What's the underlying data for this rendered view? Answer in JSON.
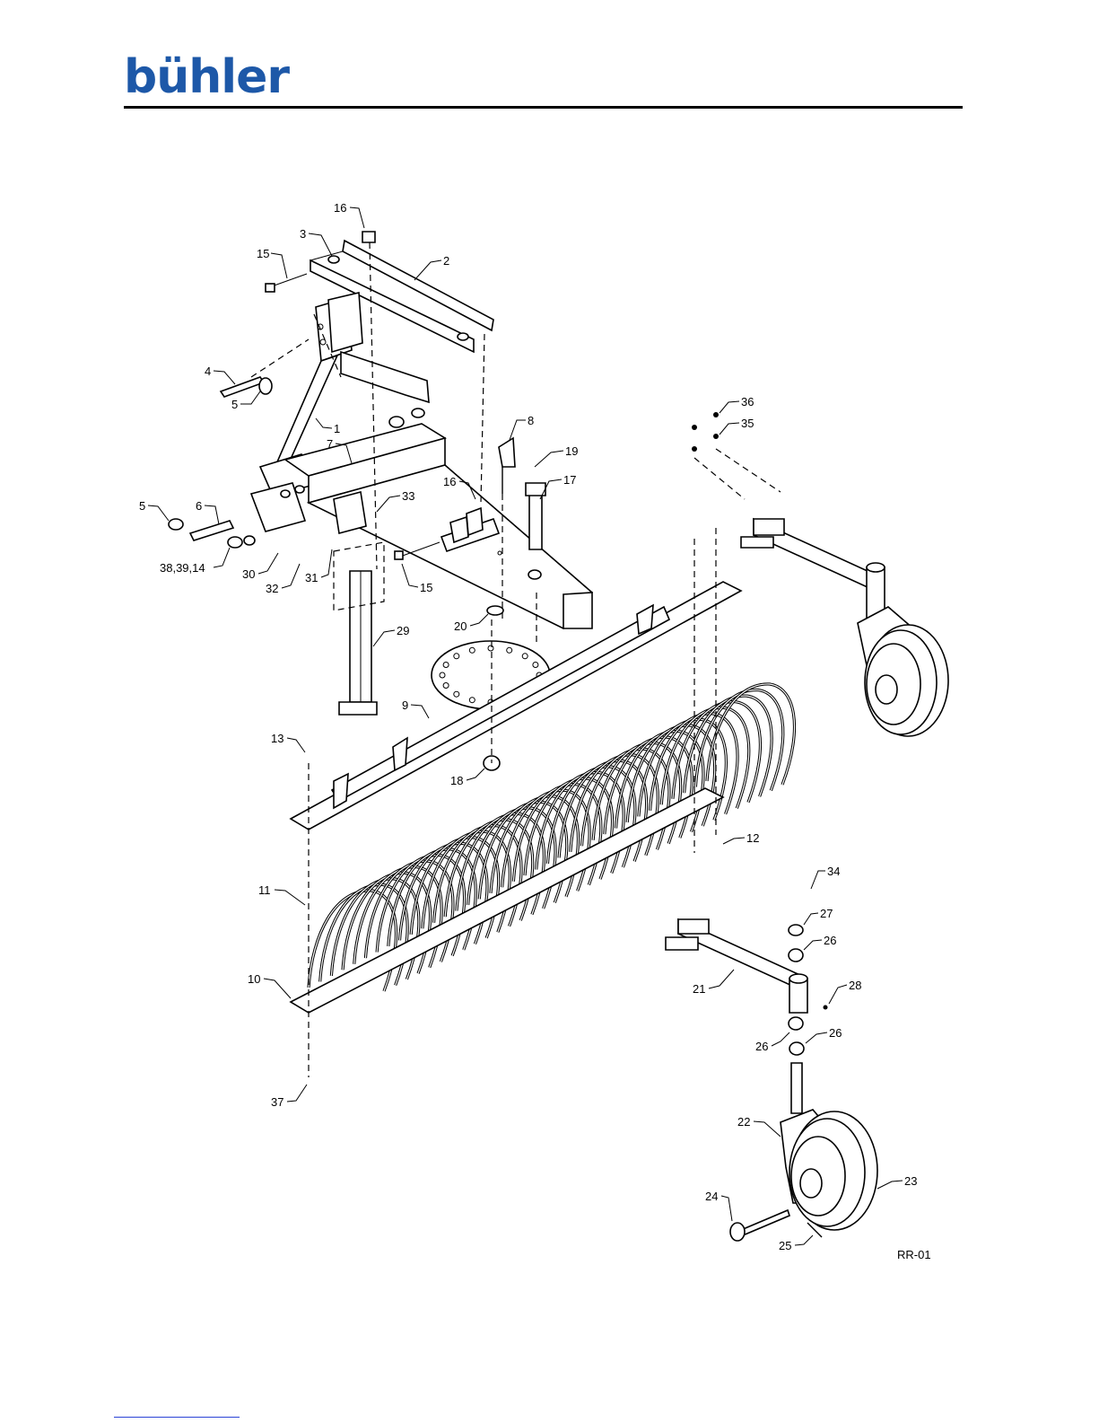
{
  "brand": {
    "logo_text": "bühler",
    "logo_color": "#1d58a8",
    "rule_color": "#000000"
  },
  "diagram": {
    "code": "RR-01",
    "callouts": [
      {
        "id": "c16a",
        "label": "16"
      },
      {
        "id": "c3",
        "label": "3"
      },
      {
        "id": "c2",
        "label": "2"
      },
      {
        "id": "c15a",
        "label": "15"
      },
      {
        "id": "c4",
        "label": "4"
      },
      {
        "id": "c5a",
        "label": "5"
      },
      {
        "id": "c1",
        "label": "1"
      },
      {
        "id": "c7",
        "label": "7"
      },
      {
        "id": "c8",
        "label": "8"
      },
      {
        "id": "c19",
        "label": "19"
      },
      {
        "id": "c17",
        "label": "17"
      },
      {
        "id": "c16b",
        "label": "16"
      },
      {
        "id": "c36",
        "label": "36"
      },
      {
        "id": "c35",
        "label": "35"
      },
      {
        "id": "c5b",
        "label": "5"
      },
      {
        "id": "c6",
        "label": "6"
      },
      {
        "id": "c33",
        "label": "33"
      },
      {
        "id": "c381",
        "label": "38,39,14"
      },
      {
        "id": "c30",
        "label": "30"
      },
      {
        "id": "c32",
        "label": "32"
      },
      {
        "id": "c31",
        "label": "31"
      },
      {
        "id": "c15b",
        "label": "15"
      },
      {
        "id": "c29",
        "label": "29"
      },
      {
        "id": "c20",
        "label": "20"
      },
      {
        "id": "c9",
        "label": "9"
      },
      {
        "id": "c13",
        "label": "13"
      },
      {
        "id": "c18",
        "label": "18"
      },
      {
        "id": "c12",
        "label": "12"
      },
      {
        "id": "c34",
        "label": "34"
      },
      {
        "id": "c11",
        "label": "11"
      },
      {
        "id": "c27",
        "label": "27"
      },
      {
        "id": "c26a",
        "label": "26"
      },
      {
        "id": "c10",
        "label": "10"
      },
      {
        "id": "c21",
        "label": "21"
      },
      {
        "id": "c28",
        "label": "28"
      },
      {
        "id": "c26b",
        "label": "26"
      },
      {
        "id": "c26c",
        "label": "26"
      },
      {
        "id": "c37",
        "label": "37"
      },
      {
        "id": "c22",
        "label": "22"
      },
      {
        "id": "c23",
        "label": "23"
      },
      {
        "id": "c24",
        "label": "24"
      },
      {
        "id": "c25",
        "label": "25"
      }
    ]
  }
}
